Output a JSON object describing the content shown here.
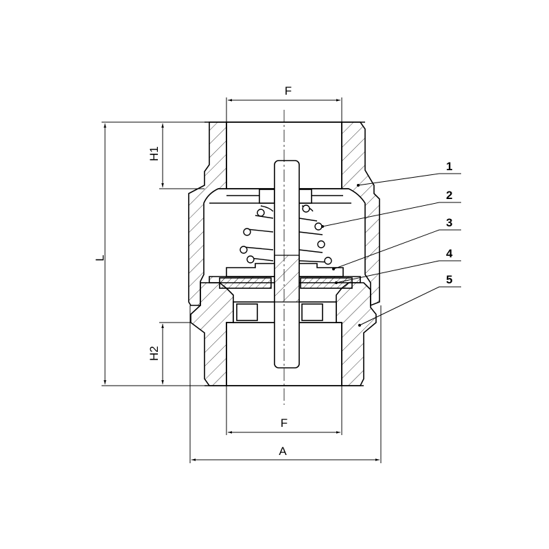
{
  "dimensions": {
    "top_thread": "F",
    "bottom_thread": "F",
    "overall_width": "A",
    "overall_length": "L",
    "top_thread_depth": "H1",
    "bottom_thread_depth": "H2"
  },
  "balloons": [
    {
      "label": "1"
    },
    {
      "label": "2"
    },
    {
      "label": "3"
    },
    {
      "label": "4"
    },
    {
      "label": "5"
    }
  ]
}
